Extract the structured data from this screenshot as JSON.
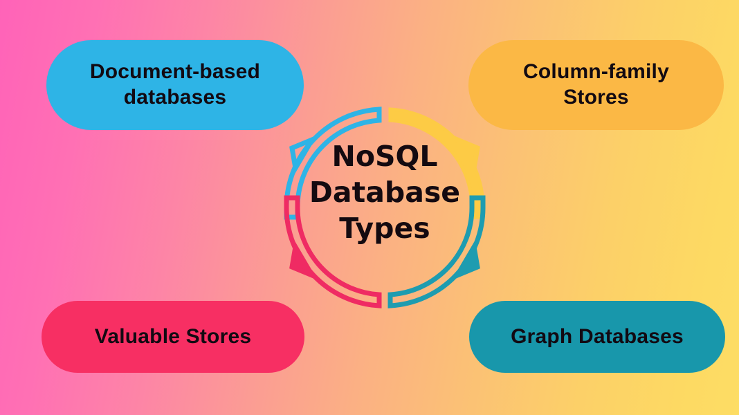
{
  "title": "NoSQL Database Types",
  "center": {
    "lines": [
      "NoSQL",
      "Database",
      "Types"
    ],
    "full_text": "NoSQL Database Types"
  },
  "background": {
    "gradient_from": "#ff63b8",
    "gradient_mid": "#fbb183",
    "gradient_to": "#fddd64",
    "direction": "left-to-right"
  },
  "nodes": [
    {
      "id": "document-based",
      "label": "Document-based databases",
      "label_lines": [
        "Document-based",
        "databases"
      ],
      "color": "#2eb4e6",
      "position": "top-left"
    },
    {
      "id": "column-family",
      "label": "Column-family Stores",
      "label_lines": [
        "Column-family",
        "Stores"
      ],
      "color": "#fbb845",
      "position": "top-right"
    },
    {
      "id": "valuable-stores",
      "label": "Valuable Stores",
      "label_lines": [
        "Valuable Stores"
      ],
      "color": "#f72f63",
      "position": "bottom-left"
    },
    {
      "id": "graph-databases",
      "label": "Graph Databases",
      "label_lines": [
        "Graph Databases"
      ],
      "color": "#1897ab",
      "position": "bottom-right"
    }
  ],
  "arrows": [
    {
      "id": "arrow-to-document-based",
      "color": "#2eb4e6",
      "points_to": "top-left",
      "quadrant": "upper-left"
    },
    {
      "id": "arrow-to-column-family",
      "color": "#fdcb45",
      "points_to": "top-right",
      "quadrant": "upper-right"
    },
    {
      "id": "arrow-to-graph-databases",
      "color": "#1e9cb0",
      "points_to": "bottom-right",
      "quadrant": "lower-right"
    },
    {
      "id": "arrow-to-valuable-stores",
      "color": "#ef2b63",
      "points_to": "bottom-left",
      "quadrant": "lower-left"
    }
  ]
}
